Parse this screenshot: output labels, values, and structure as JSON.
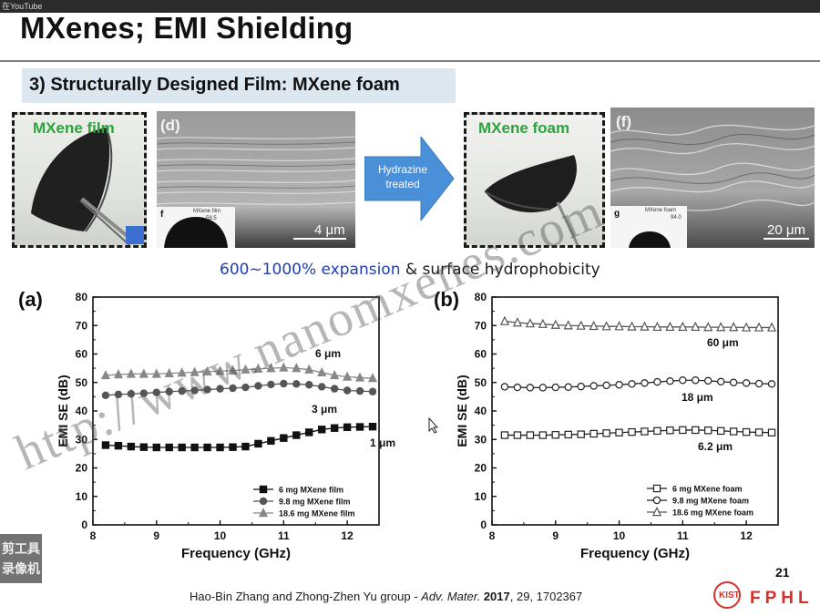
{
  "video_overlay": {
    "label": "在YouTube"
  },
  "slide": {
    "title": "MXenes; EMI Shielding",
    "subtitle": "3) Structurally Designed Film: MXene foam",
    "expansion_highlight": "600~1000% expansion",
    "expansion_rest": " & surface hydrophobicity",
    "citation": {
      "prefix": "Hao-Bin Zhang and Zhong-Zhen Yu group - ",
      "journal": "Adv. Mater.",
      "year": "2017",
      "rest": ", 29, 1702367"
    },
    "page_number": "21",
    "lab_logo": "FPHL",
    "logo_mark": "KIST",
    "watermark": "http://www.nanomxenes.com",
    "side_badge": [
      "剪工具",
      "录像机"
    ]
  },
  "images": {
    "film_photo": {
      "label": "MXene film"
    },
    "film_sem": {
      "letter": "(d)",
      "scale": "4 μm",
      "inset_letter": "f",
      "inset_label": "MXene film",
      "inset_value": "59.5"
    },
    "arrow": {
      "line1": "Hydrazine",
      "line2": "treated"
    },
    "foam_photo": {
      "label": "MXene foam"
    },
    "foam_sem": {
      "letter": "(f)",
      "scale": "20 μm",
      "inset_letter": "g",
      "inset_label": "MXene foam",
      "inset_value": "94.0"
    }
  },
  "colors": {
    "accent_blue": "#1f3fb0",
    "arrow_blue": "#4a90d9",
    "label_green": "#2aa53c",
    "logo_red": "#d7302a"
  },
  "chart_data": [
    {
      "type": "line",
      "panel": "(a)",
      "xlabel": "Frequency (GHz)",
      "ylabel": "EMI SE (dB)",
      "xlim": [
        8,
        12.5
      ],
      "ylim": [
        0,
        80
      ],
      "x_ticks": [
        "8",
        "9",
        "10",
        "11",
        "12"
      ],
      "y_ticks": [
        "0",
        "10",
        "20",
        "30",
        "40",
        "50",
        "60",
        "70",
        "80"
      ],
      "x": [
        8.2,
        8.4,
        8.6,
        8.8,
        9.0,
        9.2,
        9.4,
        9.6,
        9.8,
        10.0,
        10.2,
        10.4,
        10.6,
        10.8,
        11.0,
        11.2,
        11.4,
        11.6,
        11.8,
        12.0,
        12.2,
        12.4
      ],
      "series": [
        {
          "name": "6 mg MXene film",
          "marker": "square-filled",
          "color": "#111111",
          "annotation": "1 μm",
          "values": [
            28,
            27.8,
            27.5,
            27.3,
            27.2,
            27.2,
            27.2,
            27.2,
            27.2,
            27.2,
            27.3,
            27.5,
            28.5,
            29.5,
            30.5,
            31.5,
            32.5,
            33.5,
            34,
            34.3,
            34.4,
            34.5
          ]
        },
        {
          "name": "9.8 mg MXene film",
          "marker": "circle-filled",
          "color": "#555555",
          "annotation": "3 μm",
          "values": [
            45.5,
            45.8,
            46,
            46.2,
            46.5,
            46.8,
            47,
            47.2,
            47.5,
            47.8,
            48,
            48.3,
            48.8,
            49.3,
            49.6,
            49.5,
            49.2,
            48.5,
            47.8,
            47.2,
            47,
            46.8
          ]
        },
        {
          "name": "18.6 mg MXene film",
          "marker": "triangle-filled",
          "color": "#888888",
          "annotation": "6 μm",
          "values": [
            52.5,
            52.8,
            53,
            53,
            53,
            53.2,
            53.4,
            53.6,
            53.8,
            54,
            54.2,
            54.5,
            54.8,
            55,
            55.2,
            55,
            54.5,
            53.5,
            52.5,
            52,
            51.7,
            51.5
          ]
        }
      ],
      "legend_position": "bottom-right",
      "grid": false
    },
    {
      "type": "line",
      "panel": "(b)",
      "xlabel": "Frequency (GHz)",
      "ylabel": "EMI SE (dB)",
      "xlim": [
        8,
        12.5
      ],
      "ylim": [
        0,
        80
      ],
      "x_ticks": [
        "8",
        "9",
        "10",
        "11",
        "12"
      ],
      "y_ticks": [
        "0",
        "10",
        "20",
        "30",
        "40",
        "50",
        "60",
        "70",
        "80"
      ],
      "x": [
        8.2,
        8.4,
        8.6,
        8.8,
        9.0,
        9.2,
        9.4,
        9.6,
        9.8,
        10.0,
        10.2,
        10.4,
        10.6,
        10.8,
        11.0,
        11.2,
        11.4,
        11.6,
        11.8,
        12.0,
        12.2,
        12.4
      ],
      "series": [
        {
          "name": "6 mg MXene foam",
          "marker": "square-open",
          "color": "#222222",
          "annotation": "6.2 μm",
          "values": [
            31.5,
            31.5,
            31.5,
            31.5,
            31.6,
            31.7,
            31.8,
            32,
            32.2,
            32.4,
            32.6,
            32.8,
            33,
            33.2,
            33.3,
            33.3,
            33.2,
            33,
            32.8,
            32.6,
            32.5,
            32.4
          ]
        },
        {
          "name": "9.8 mg MXene foam",
          "marker": "circle-open",
          "color": "#222222",
          "annotation": "18 μm",
          "values": [
            48.5,
            48.3,
            48.2,
            48.2,
            48.3,
            48.4,
            48.6,
            48.8,
            49,
            49.2,
            49.5,
            49.8,
            50.2,
            50.5,
            50.8,
            50.8,
            50.6,
            50.3,
            50,
            49.8,
            49.6,
            49.5
          ]
        },
        {
          "name": "18.6 mg MXene foam",
          "marker": "triangle-open",
          "color": "#555555",
          "annotation": "60 μm",
          "values": [
            71.5,
            71,
            70.7,
            70.5,
            70.2,
            70,
            69.9,
            69.8,
            69.7,
            69.7,
            69.6,
            69.6,
            69.5,
            69.5,
            69.5,
            69.5,
            69.4,
            69.4,
            69.4,
            69.3,
            69.3,
            69.3
          ]
        }
      ],
      "legend_position": "bottom-right",
      "grid": false
    }
  ]
}
